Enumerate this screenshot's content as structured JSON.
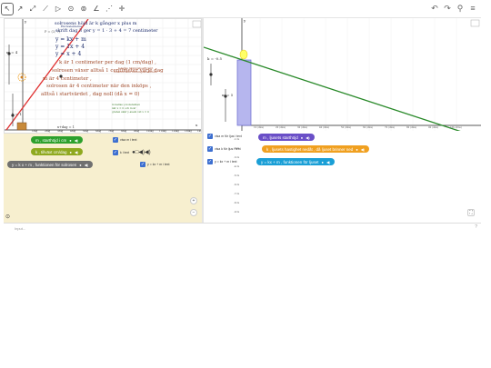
{
  "toolbar": {
    "tools": [
      "↖",
      "↗",
      "⤢",
      "⟋",
      "▷",
      "⊙",
      "⊚",
      "∠",
      "⋰",
      "✛"
    ],
    "undo": "↶",
    "redo": "↷",
    "search": "⚲",
    "menu": "≡"
  },
  "left_view": {
    "line_color": "#e03030",
    "text_color": "#3b7a2a",
    "brown_color": "#a04a2a",
    "lines": [
      {
        "text": "solrosens höjd är k gånger x plus m",
        "color": "dark"
      },
      {
        "text": "Ekvivalenterna",
        "color": "dark"
      },
      {
        "text": "skrift dag 3 ger y = 1 · 3 + 4 = 7 centimeter",
        "color": "dark"
      },
      {
        "text": "y = kx + m",
        "color": "dark"
      },
      {
        "text": "y = 1x + 4",
        "color": "dark"
      },
      {
        "text": "y = x + 4",
        "color": "dark"
      },
      {
        "text": "k är 1 centimeter per dag (1 cm/dag) ,",
        "color": "brown"
      },
      {
        "text": "solrosen växer alltså 1 centimeter varje dag",
        "color": "brown"
      },
      {
        "text": "m är 4 centimeter ,",
        "color": "brown"
      },
      {
        "text": "solrosen är 4 centimeter när den inköps ,",
        "color": "brown"
      },
      {
        "text": "alltså i startvärdet , dag noll (då x = 0)",
        "color": "brown"
      }
    ],
    "small_notes": [
      "k kallas lutningskoefficient",
      "funktion eller riktningskoefficient",
      "m kallas y-konstanten",
      "när x = 0 och m är",
      "grafen skär y-axeln vid x = 0"
    ],
    "slider_m_label": "m = 4",
    "slider_k_label": "k = 1",
    "point_label": "P = (3, 7)",
    "x_axis_label": "x",
    "y_axis_label": "y",
    "bottom_label": "x+dag = 1",
    "x_ticks": [
      "1dag",
      "2dag",
      "3dag",
      "4dag",
      "5dag",
      "6dag",
      "7dag",
      "8dag",
      "9dag",
      "10dag",
      "11dag",
      "12dag",
      "13dag",
      "14dag",
      "15dag"
    ]
  },
  "left_algebra": {
    "items": [
      {
        "label": "m , starthöjd i cm",
        "color": "#2ca02c"
      },
      {
        "label": "k , tillväxt cm/dag",
        "color": "#8fa91f"
      },
      {
        "label": "y = k x + m , funktionen för solrosen",
        "color": "#707070"
      }
    ],
    "checks": [
      {
        "label": "visa m i text"
      },
      {
        "label": "k i text"
      },
      {
        "label": "y = kx + m i text"
      }
    ]
  },
  "right_view": {
    "line_color": "#2a8a2a",
    "slider_k_label": "k = -0.5",
    "slider_m_label": "m = 5",
    "y_axis_label": "y",
    "x_ticks": [
      "1h (dms)",
      "2h (dms)",
      "3h (dms)",
      "4h (dms)",
      "5h (dms)",
      "6h (dms)",
      "7h (dms)",
      "8h (dms)",
      "9h (dms)",
      "10h (dms)"
    ],
    "y_ticks": [
      "-1cm",
      "-2cm",
      "-3cm",
      "-4cm",
      "-5cm",
      "-6cm",
      "-7cm",
      "-8cm",
      "-9cm"
    ]
  },
  "right_algebra": {
    "items": [
      {
        "label": "m , ljusets starthöjd",
        "color": "#6a4fc7"
      },
      {
        "label": "k , ljusets hastighet nedåt , då ljuset brinner ned",
        "color": "#f0a020"
      },
      {
        "label": "y = kx + m , funktionen för ljuset",
        "color": "#1a9fd6"
      }
    ],
    "checks": [
      {
        "label": "visa m för ljus i text"
      },
      {
        "label": "visa k för ljus i text"
      },
      {
        "label": "y = kx + m i text"
      }
    ]
  },
  "input_bar": {
    "placeholder": "Input..."
  },
  "help": "?"
}
